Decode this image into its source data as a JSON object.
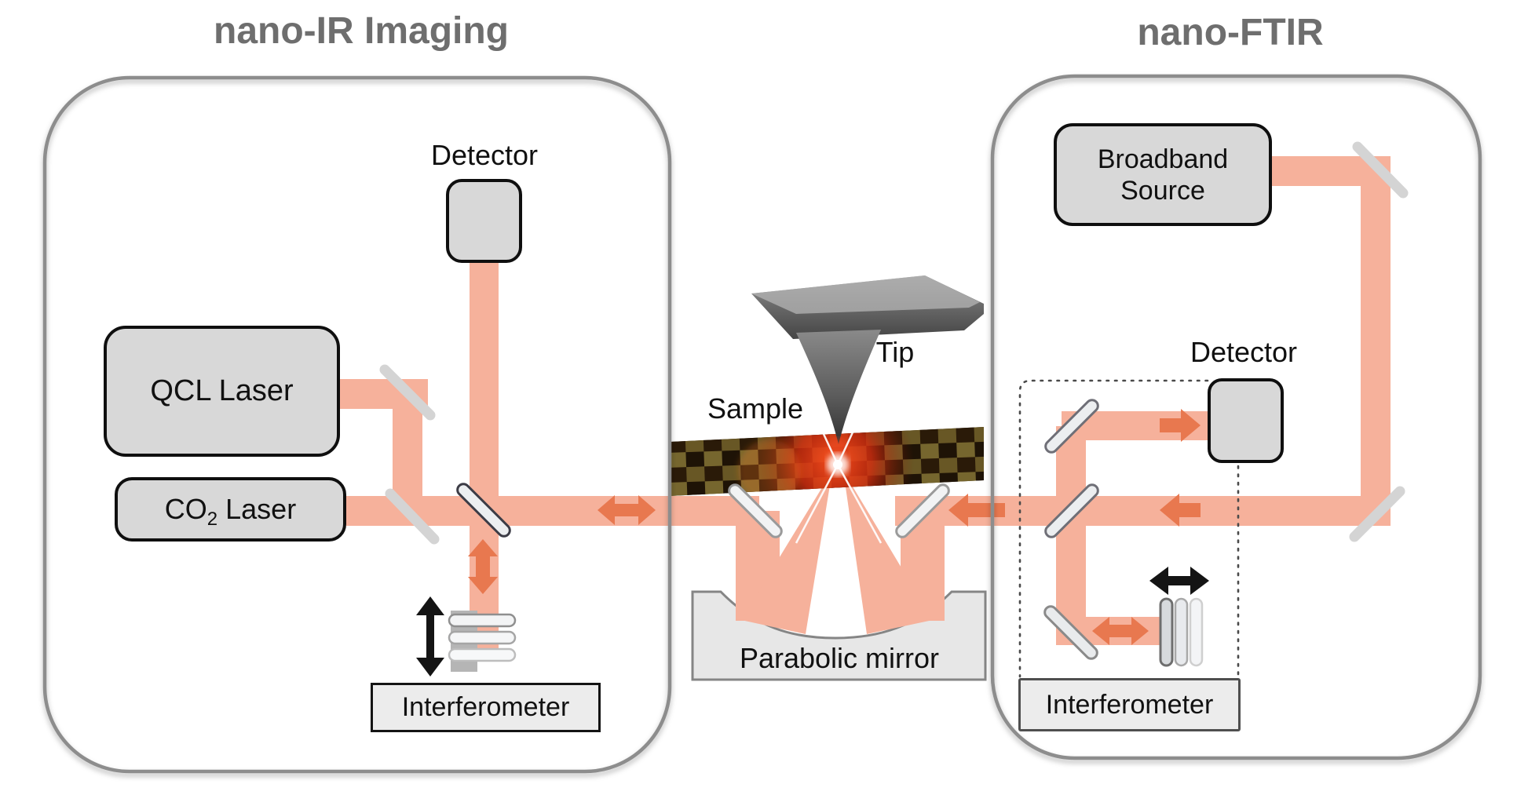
{
  "titles": {
    "left": "nano-IR Imaging",
    "right": "nano-FTIR"
  },
  "left_panel": {
    "detector_label": "Detector",
    "qcl_label": "QCL Laser",
    "co2": {
      "prefix": "CO",
      "sub": "2",
      "suffix": " Laser"
    },
    "interferometer_label": "Interferometer"
  },
  "center": {
    "tip_label": "Tip",
    "sample_label": "Sample",
    "parabolic_label": "Parabolic mirror"
  },
  "right_panel": {
    "source_line1": "Broadband",
    "source_line2": "Source",
    "detector_label": "Detector",
    "interferometer_label": "Interferometer"
  },
  "colors": {
    "beam": "#f6b19b",
    "beam_arrow": "#e8784f",
    "black_arrow": "#141414",
    "panel_border": "#8d8d8d",
    "title_gray": "#6e6e6e",
    "box_fill": "#d8d8d8",
    "mirror_plain": "#d4d4d4"
  }
}
